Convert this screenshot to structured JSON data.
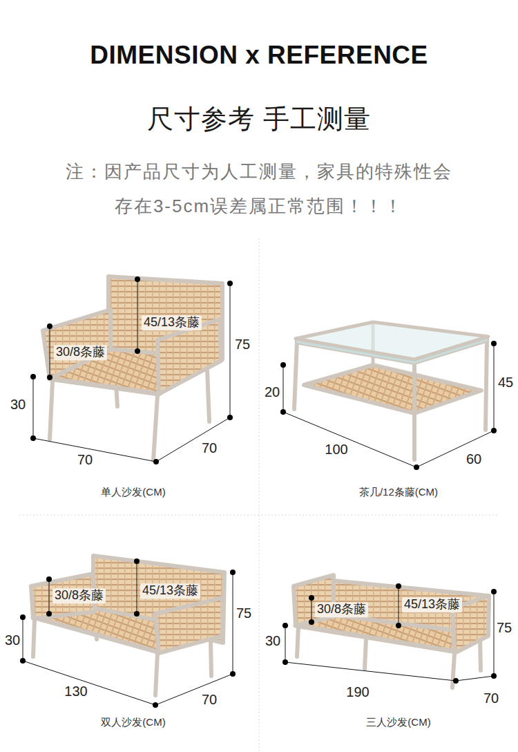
{
  "diagram": {
    "title": "DIMENSION x REFERENCE",
    "labels": [
      "尺寸参考 手工测量",
      "注：因产品尺寸为人工测量，家具的特殊性会 存在3-5cm误差属正常范围！！！",
      "45/13条藤",
      "30/8条藤",
      "75",
      "30",
      "70",
      "70",
      "单人沙发(CM)",
      "20",
      "45",
      "100",
      "60",
      "茶几/12条藤(CM)",
      "30/8条藤",
      "45/13条藤",
      "75",
      "30",
      "130",
      "70",
      "双人沙发(CM)",
      "30/8条藤",
      "45/13条藤",
      "75",
      "30",
      "190",
      "70",
      "三人沙发(CM)"
    ]
  }
}
